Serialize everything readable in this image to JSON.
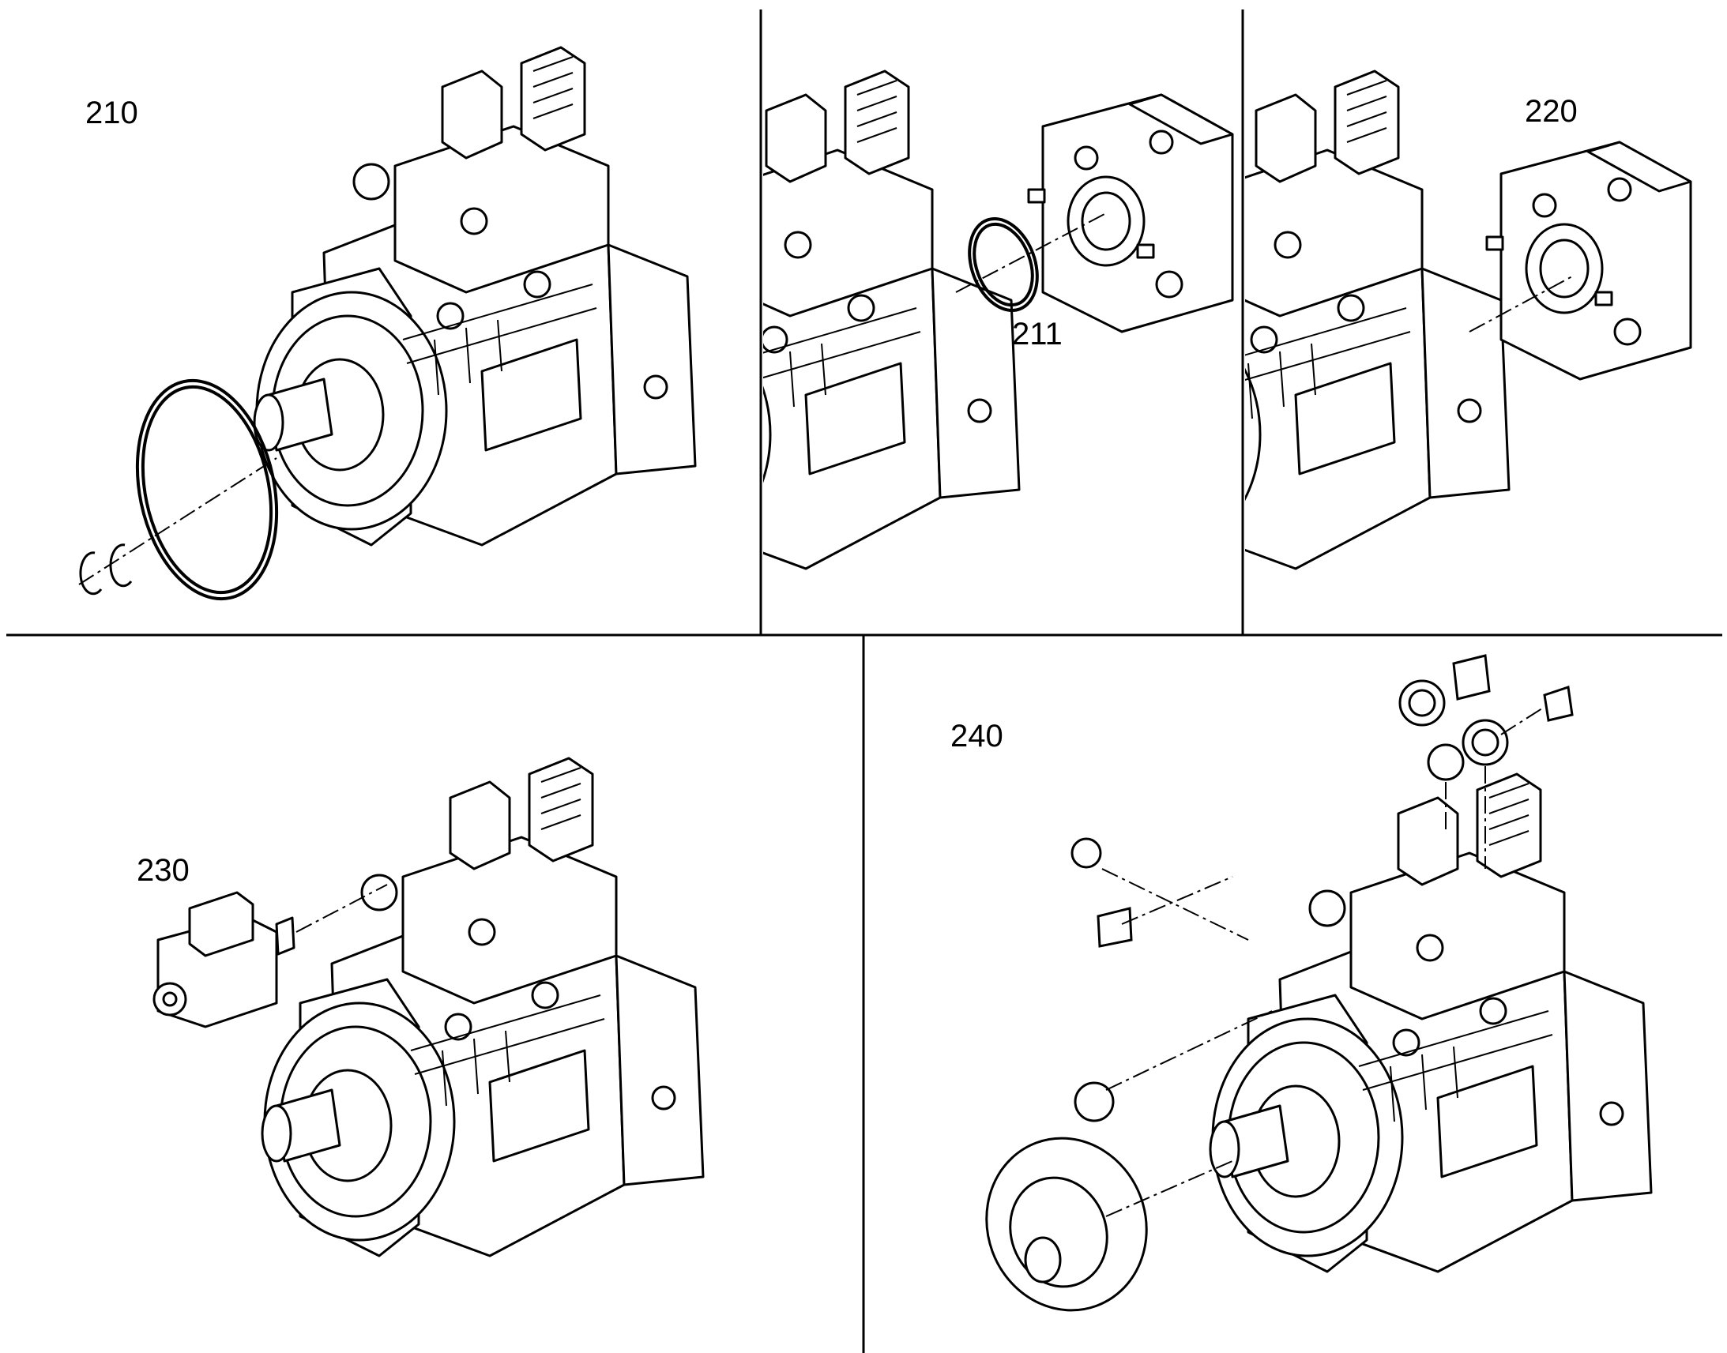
{
  "diagram": {
    "type": "exploded-parts-view",
    "line_color": "#000000",
    "background": "#ffffff",
    "panels": [
      {
        "callouts": [
          "210"
        ],
        "parts": [
          "pump-assembly",
          "shaft-seal-ring",
          "circlip",
          "circlip"
        ]
      },
      {
        "callouts": [
          "211"
        ],
        "parts": [
          "pump-assembly-partial",
          "o-ring",
          "through-drive-cover"
        ]
      },
      {
        "callouts": [
          "220"
        ],
        "parts": [
          "pump-assembly-partial",
          "through-drive-cover"
        ]
      },
      {
        "callouts": [
          "230"
        ],
        "parts": [
          "pump-assembly",
          "solenoid-valve"
        ]
      },
      {
        "callouts": [
          "240"
        ],
        "parts": [
          "pump-assembly",
          "protective-cover",
          "plugs",
          "screw-plugs",
          "connectors"
        ]
      }
    ]
  },
  "labels": {
    "p210": "210",
    "p211": "211",
    "p220": "220",
    "p230": "230",
    "p240": "240"
  }
}
